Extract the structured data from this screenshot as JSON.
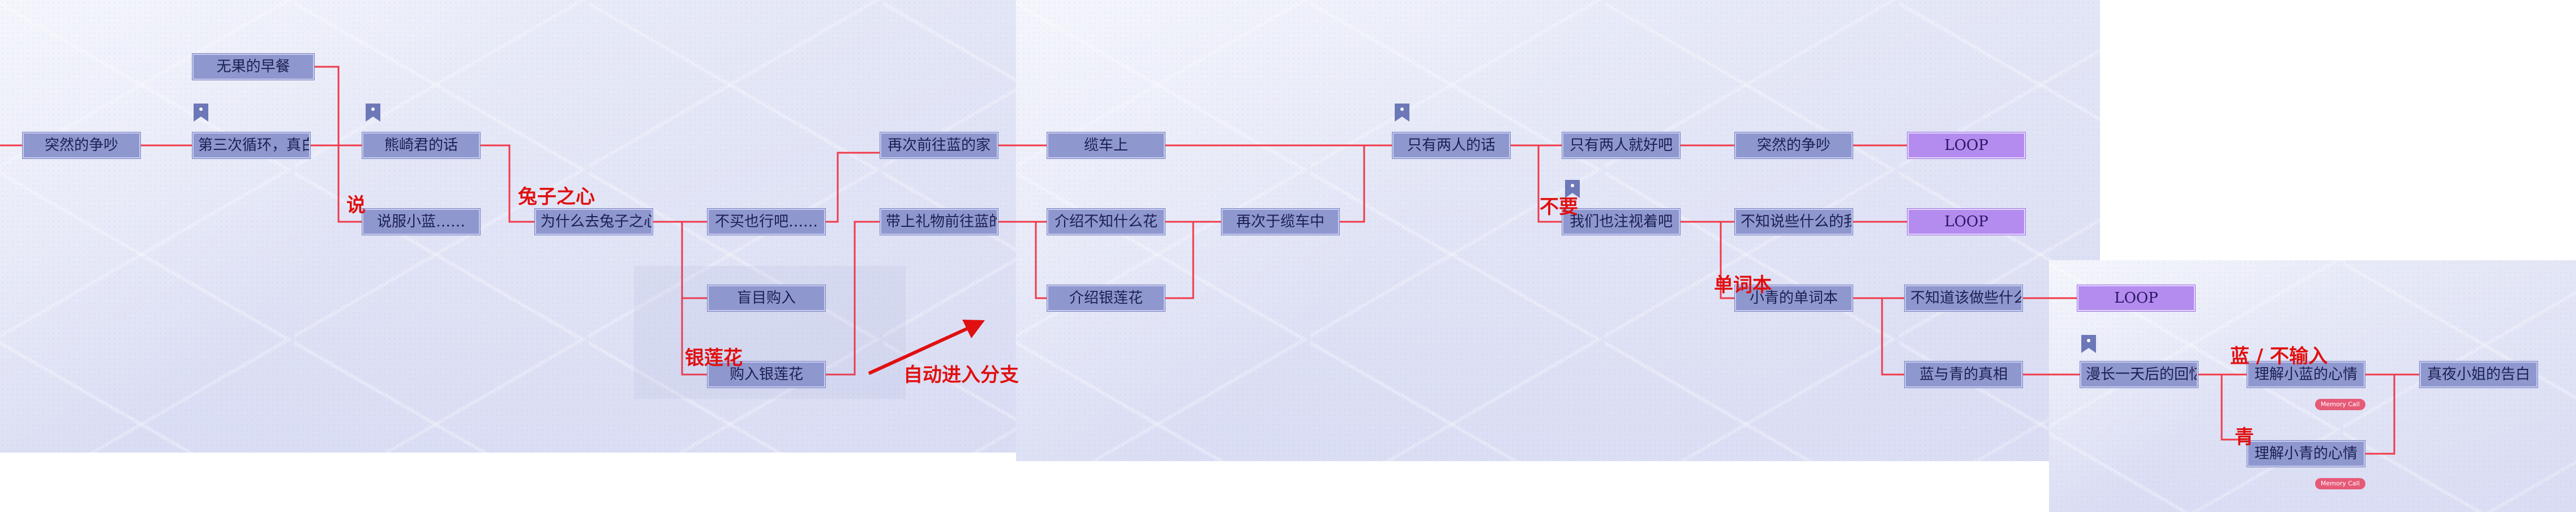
{
  "nodes": {
    "n1": "突然的争吵",
    "n2": "无果的早餐",
    "n3": "第三次循环，真白",
    "n4": "熊崎君的话",
    "n5": "说服小蓝……",
    "n6": "为什么去兔子之心",
    "n7": "不买也行吧……",
    "n8": "盲目购入",
    "n9": "购入银莲花",
    "n10": "再次前往蓝的家",
    "n11": "带上礼物前往蓝的家",
    "n12": "缆车上",
    "n13": "介绍不知什么花",
    "n14": "介绍银莲花",
    "n15": "再次于缆车中",
    "n16": "只有两人的话",
    "n17": "只有两人就好吧",
    "n18": "我们也注视着吧",
    "n19": "突然的争吵",
    "n20": "不知说些什么的我",
    "n21": "小青的单词本",
    "n22": "不知道该做些什么",
    "n23": "蓝与青的真相",
    "n24": "漫长一天后的回忆",
    "n25": "理解小蓝的心情",
    "n26": "理解小青的心情",
    "n27": "真夜小姐的告白",
    "loop1": "LOOP",
    "loop2": "LOOP",
    "loop3": "LOOP"
  },
  "labels": {
    "shuo": "说",
    "tuzi": "兔子之心",
    "yinlian": "银莲花",
    "auto": "自动进入分支",
    "buyao": "不要",
    "dancibeng": "单词本",
    "lan_no_input": "蓝 / 不输入",
    "qing": "青"
  },
  "tags": {
    "memory1": "Memory Call",
    "memory2": "Memory Call"
  },
  "colors": {
    "connector": "#f03a4a",
    "node_fill": "#8f97cf",
    "loop_fill": "#b48cf0",
    "label_red": "#e01010"
  }
}
